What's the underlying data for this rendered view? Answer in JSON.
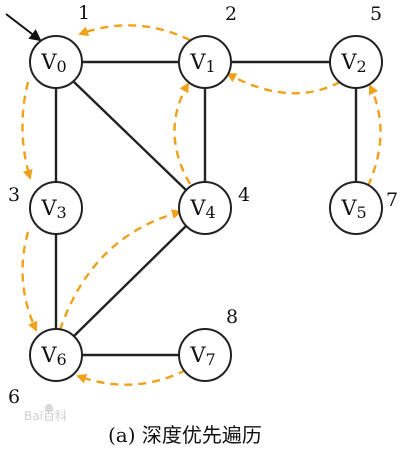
{
  "caption": "(a)  深度优先遍历",
  "watermark": "Bai百科",
  "colors": {
    "edge": "#222222",
    "traversal": "#f0a11a",
    "node_fill": "#ffffff"
  },
  "nodes": [
    {
      "id": "v0",
      "main": "V",
      "sub": "0",
      "order": "1"
    },
    {
      "id": "v1",
      "main": "V",
      "sub": "1",
      "order": "2"
    },
    {
      "id": "v2",
      "main": "V",
      "sub": "2",
      "order": "5"
    },
    {
      "id": "v3",
      "main": "V",
      "sub": "3",
      "order": "3"
    },
    {
      "id": "v4",
      "main": "V",
      "sub": "4",
      "order": "4"
    },
    {
      "id": "v5",
      "main": "V",
      "sub": "5",
      "order": "7"
    },
    {
      "id": "v6",
      "main": "V",
      "sub": "6",
      "order": "6"
    },
    {
      "id": "v7",
      "main": "V",
      "sub": "7",
      "order": "8"
    }
  ],
  "edges": [
    [
      "v0",
      "v1"
    ],
    [
      "v1",
      "v2"
    ],
    [
      "v0",
      "v3"
    ],
    [
      "v0",
      "v4"
    ],
    [
      "v1",
      "v4"
    ],
    [
      "v2",
      "v5"
    ],
    [
      "v3",
      "v6"
    ],
    [
      "v4",
      "v6"
    ],
    [
      "v6",
      "v7"
    ]
  ],
  "traversal_arrows": [
    [
      "v1",
      "v0"
    ],
    [
      "v0",
      "v3"
    ],
    [
      "v3",
      "v6"
    ],
    [
      "v6",
      "v4"
    ],
    [
      "v4",
      "v1"
    ],
    [
      "v2",
      "v1"
    ],
    [
      "v5",
      "v2"
    ],
    [
      "v7",
      "v6"
    ]
  ]
}
